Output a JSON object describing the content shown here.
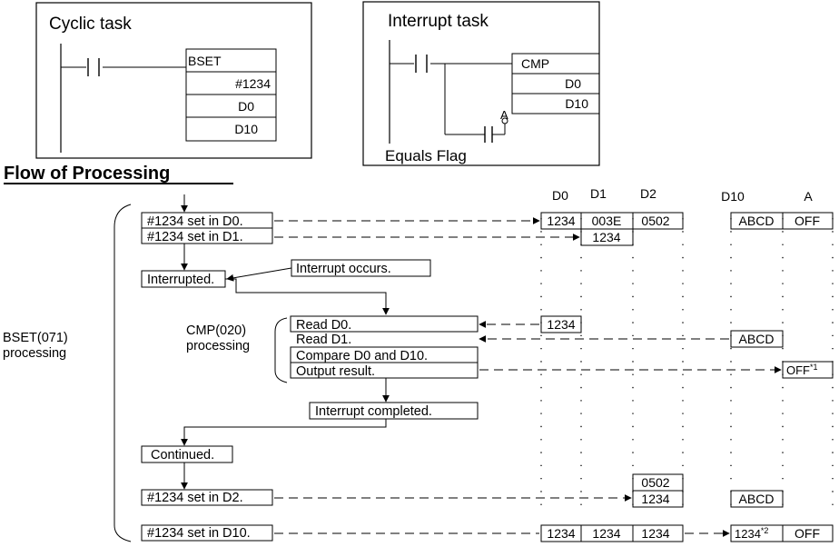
{
  "ladder": {
    "cyclic_title": "Cyclic task",
    "bset_label": "BSET",
    "bset_op1": "#1234",
    "bset_op2": "D0",
    "bset_op3": "D10",
    "interrupt_title": "Interrupt task",
    "cmp_label": "CMP",
    "cmp_op1": "D0",
    "cmp_op2": "D10",
    "contact_a": "A",
    "equals_flag": "Equals Flag"
  },
  "flow_title": "Flow of Processing",
  "steps": {
    "set_d0": "#1234 set in D0.",
    "set_d1": "#1234 set in D1.",
    "interrupted": "Interrupted.",
    "interrupt_occurs": "Interrupt occurs.",
    "read_d0": "Read D0.",
    "read_d1": "Read D1.",
    "compare": "Compare D0 and D10.",
    "output": "Output result.",
    "interrupt_completed": "Interrupt completed.",
    "continued": "Continued.",
    "set_d2": "#1234 set in D2.",
    "set_d10": "#1234 set in D10."
  },
  "brackets": {
    "bset_line1": "BSET(071)",
    "bset_line2": "processing",
    "cmp_line1": "CMP(020)",
    "cmp_line2": "processing"
  },
  "columns": {
    "d0": "D0",
    "d1": "D1",
    "d2": "D2",
    "d10": "D10",
    "a": "A"
  },
  "values": {
    "row1_d0": "1234",
    "row1_d1": "003E",
    "row1_d2": "0502",
    "row1_d10": "ABCD",
    "row1_a": "OFF",
    "row2_d1": "1234",
    "read_d0_val": "1234",
    "read_d10_val": "ABCD",
    "output_val": "OFF",
    "output_note": "*1",
    "d2_old": "0502",
    "d2_new": "1234",
    "d10_before": "ABCD",
    "final_d0": "1234",
    "final_d1": "1234",
    "final_d2": "1234",
    "final_d10": "1234",
    "final_d10_note": "*2",
    "final_a": "OFF"
  }
}
